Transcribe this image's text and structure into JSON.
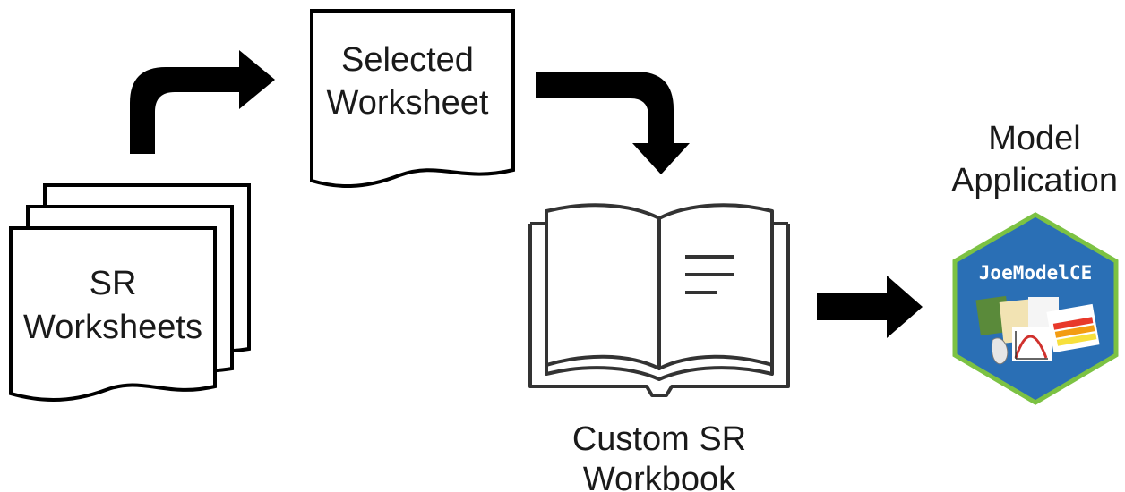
{
  "diagram": {
    "sr_worksheets": {
      "line1": "SR",
      "line2": "Worksheets"
    },
    "selected_worksheet": {
      "line1": "Selected",
      "line2": "Worksheet"
    },
    "custom_workbook": {
      "line1": "Custom SR",
      "line2": "Workbook"
    },
    "model_application": {
      "line1": "Model",
      "line2": "Application"
    },
    "hex_logo": {
      "title": "JoeModelCE"
    }
  },
  "colors": {
    "stroke": "#000000",
    "book_stroke": "#333333",
    "hex_fill": "#2a6fb5",
    "hex_border": "#7cc243",
    "text": "#1a1a1a"
  },
  "icons": [
    "stacked-documents-icon",
    "document-icon",
    "open-book-icon",
    "hexagon-logo-icon",
    "arrow-icon"
  ]
}
